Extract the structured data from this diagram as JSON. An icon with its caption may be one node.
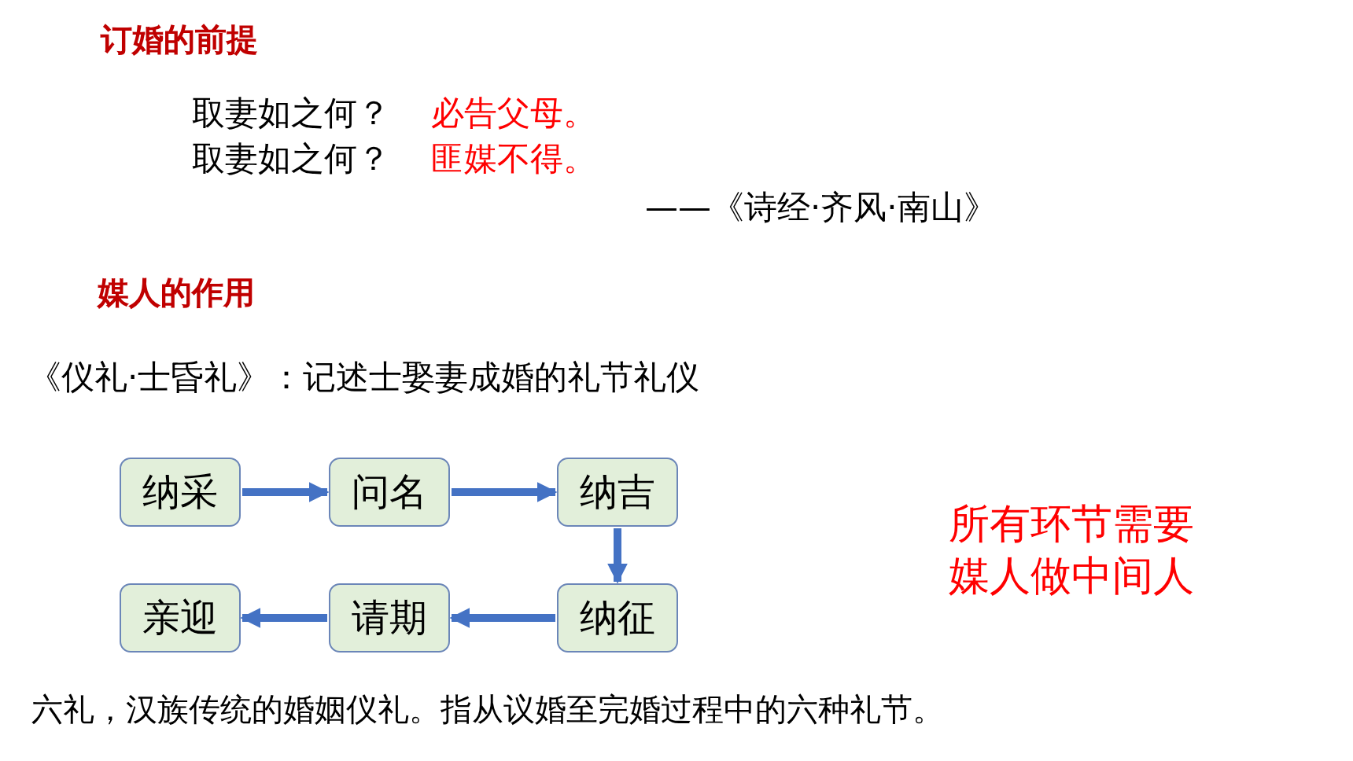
{
  "diagram": {
    "nodes": [
      {
        "text": [
          "纳采"
        ]
      },
      {
        "text": [
          "问名"
        ]
      },
      {
        "text": [
          "纳吉"
        ]
      },
      {
        "text": [
          "纳征"
        ]
      },
      {
        "text": [
          "请期"
        ]
      },
      {
        "text": [
          "亲迎"
        ]
      }
    ],
    "edges": [
      {
        "from": 0,
        "to": 1,
        "arrow": "to"
      },
      {
        "from": 1,
        "to": 2,
        "arrow": "to"
      },
      {
        "from": 2,
        "to": 3,
        "arrow": "to"
      },
      {
        "from": 3,
        "to": 4,
        "arrow": "to"
      },
      {
        "from": 4,
        "to": 5,
        "arrow": "to"
      }
    ],
    "labels": [
      "订婚的前提",
      "取妻如之何？",
      "必告父母。",
      "取妻如之何？",
      "匪媒不得。",
      "——《诗经·齐风·南山》",
      "媒人的作用",
      "《仪礼·士昏礼》：记述士娶妻成婚的礼节礼仪",
      "所有环节需要媒人做中间人",
      "六礼，汉族传统的婚姻仪礼。指从议婚至完婚过程中的六种礼节。"
    ]
  }
}
